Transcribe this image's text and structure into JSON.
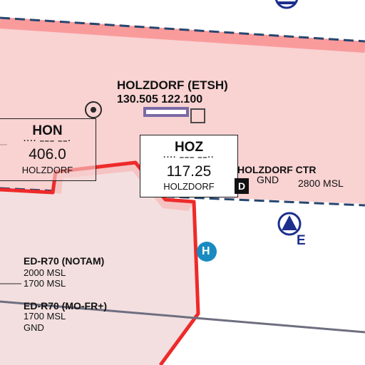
{
  "airport": {
    "name": "HOLZDORF (ETSH)",
    "frequencies": "130.505 122.100"
  },
  "ndb": {
    "ident": "HON",
    "morse": "···· ––– ––·",
    "frequency": "406.0",
    "place": "HOLZDORF"
  },
  "vor": {
    "ident": "HOZ",
    "morse": "···· ––– ––··",
    "frequency": "117.25",
    "place": "HOLZDORF"
  },
  "ctr": {
    "name": "HOLZDORF CTR",
    "class_badge": "D",
    "lower": "GND",
    "upper": "2800 MSL"
  },
  "airspace_e": {
    "class": "E"
  },
  "heliport": {
    "symbol": "H"
  },
  "restricted_1": {
    "name": "ED-R70 (NOTAM)",
    "upper": "2000 MSL",
    "lower": "1700 MSL"
  },
  "restricted_2": {
    "name": "ED-R70 (MO-FR+)",
    "upper": "1700 MSL",
    "lower": "GND"
  },
  "colors": {
    "ctr_fill": "#f9d2d2",
    "ctr_border": "#fa9b9b",
    "restricted_fill": "#f3dfdf",
    "restricted_border": "#ee2a2a",
    "boundary_dash": "#26466e",
    "class_e_blue": "#1c2f8c",
    "heliport_teal": "#1a8bc0",
    "runway_purple": "#7a6aa6"
  }
}
